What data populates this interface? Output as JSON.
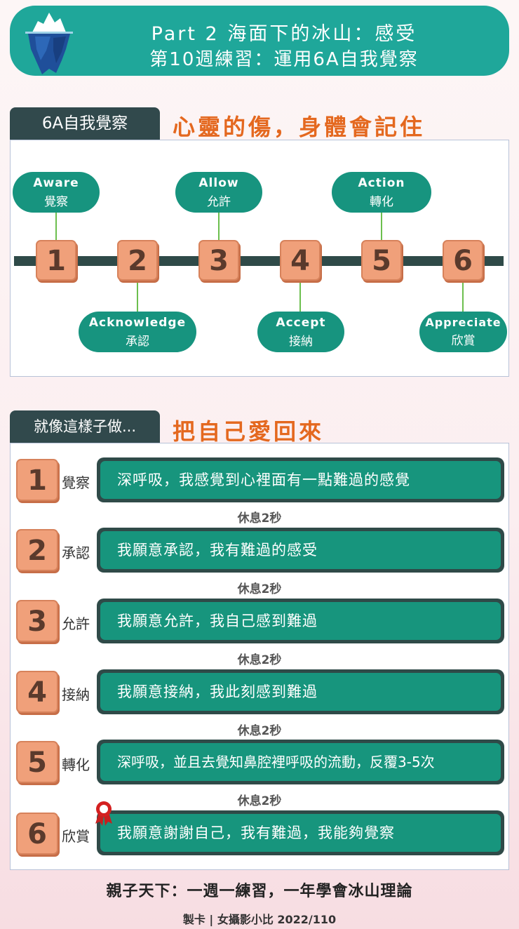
{
  "header": {
    "title": "Part 2 海面下的冰山：感受",
    "subtitle": "第10週練習：運用6A自我覺察"
  },
  "section1": {
    "tab": "6A自我覺察",
    "title": "心靈的傷，身體會記住"
  },
  "timeline": [
    {
      "num": "1",
      "en": "Aware",
      "zh": "覺察"
    },
    {
      "num": "2",
      "en": "Acknowledge",
      "zh": "承認"
    },
    {
      "num": "3",
      "en": "Allow",
      "zh": "允許"
    },
    {
      "num": "4",
      "en": "Accept",
      "zh": "接納"
    },
    {
      "num": "5",
      "en": "Action",
      "zh": "轉化"
    },
    {
      "num": "6",
      "en": "Appreciate",
      "zh": "欣賞"
    }
  ],
  "section2": {
    "tab": "就像這樣子做...",
    "title": "把自己愛回來"
  },
  "steps": [
    {
      "num": "1",
      "label": "覺察",
      "text": "深呼吸，我感覺到心裡面有一點難過的感覺"
    },
    {
      "num": "2",
      "label": "承認",
      "text": "我願意承認，我有難過的感受"
    },
    {
      "num": "3",
      "label": "允許",
      "text": "我願意允許，我自己感到難過"
    },
    {
      "num": "4",
      "label": "接納",
      "text": "我願意接納，我此刻感到難過"
    },
    {
      "num": "5",
      "label": "轉化",
      "text": "深呼吸，並且去覺知鼻腔裡呼吸的流動，反覆3-5次"
    },
    {
      "num": "6",
      "label": "欣賞",
      "text": "我願意謝謝自己，我有難過，我能夠覺察"
    }
  ],
  "rest_label": "休息2秒",
  "footer": {
    "line1": "親子天下：一週一練習，一年學會冰山理論",
    "line2": "製卡 | 女攝影小比 2022/110"
  },
  "colors": {
    "teal": "#1fa79a",
    "dark": "#31494c",
    "orange": "#e4681f",
    "box": "#f0a07a",
    "green": "#17957d"
  }
}
